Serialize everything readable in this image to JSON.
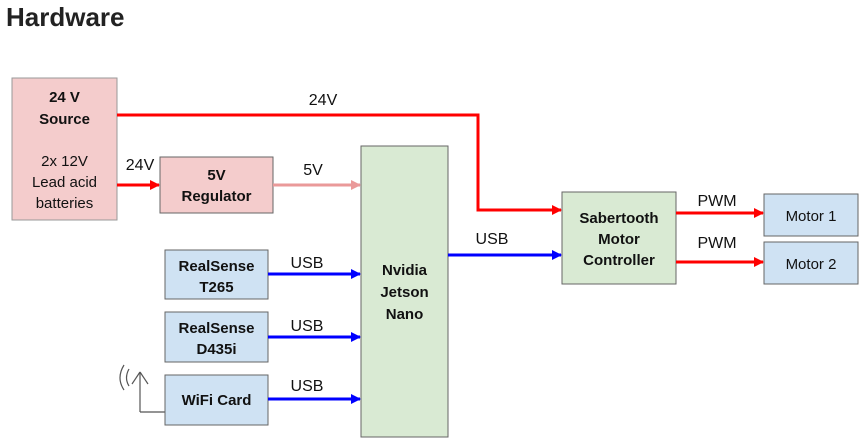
{
  "heading": "Hardware",
  "colors": {
    "power_box": "#f4cccc",
    "sensor_box": "#cfe2f3",
    "compute_box": "#d9ead3",
    "power_line": "#ff0000",
    "regulated_line": "#ea9999",
    "usb_line": "#0000ff"
  },
  "blocks": {
    "source": {
      "title_1": "24 V",
      "title_2": "Source",
      "desc_1": "2x 12V",
      "desc_2": "Lead acid",
      "desc_3": "batteries"
    },
    "regulator": {
      "line_1": "5V",
      "line_2": "Regulator"
    },
    "jetson": {
      "line_1": "Nvidia",
      "line_2": "Jetson",
      "line_3": "Nano"
    },
    "t265": {
      "line_1": "RealSense",
      "line_2": "T265"
    },
    "d435i": {
      "line_1": "RealSense",
      "line_2": "D435i"
    },
    "wifi": {
      "line_1": "WiFi Card",
      "antenna_icon": "antenna-icon"
    },
    "sabertooth": {
      "line_1": "Sabertooth",
      "line_2": "Motor",
      "line_3": "Controller"
    },
    "motor1": {
      "label": "Motor 1"
    },
    "motor2": {
      "label": "Motor 2"
    }
  },
  "connections": {
    "source_to_sabertooth": "24V",
    "source_to_regulator": "24V",
    "regulator_to_jetson": "5V",
    "t265_to_jetson": "USB",
    "d435i_to_jetson": "USB",
    "wifi_to_jetson": "USB",
    "jetson_to_sabertooth": "USB",
    "sabertooth_to_motor1": "PWM",
    "sabertooth_to_motor2": "PWM"
  }
}
